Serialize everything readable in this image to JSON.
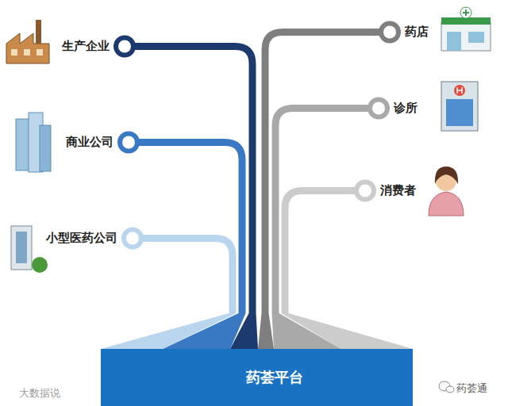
{
  "diagram": {
    "nodes": [
      {
        "text": [
          "生产企业"
        ]
      },
      {
        "text": [
          "商业公司"
        ]
      },
      {
        "text": [
          "小型医药公司"
        ]
      },
      {
        "text": [
          "药店"
        ]
      },
      {
        "text": [
          "诊所"
        ]
      },
      {
        "text": [
          "消费者"
        ]
      },
      {
        "text": [
          "药荟平台"
        ]
      }
    ],
    "edges": [
      {
        "from": 0,
        "to": 6,
        "arrow": "none"
      },
      {
        "from": 1,
        "to": 6,
        "arrow": "none"
      },
      {
        "from": 2,
        "to": 6,
        "arrow": "none"
      },
      {
        "from": 3,
        "to": 6,
        "arrow": "none"
      },
      {
        "from": 4,
        "to": 6,
        "arrow": "none"
      },
      {
        "from": 5,
        "to": 6,
        "arrow": "none"
      }
    ],
    "labels": [
      "大数据说",
      "药荟通"
    ]
  }
}
